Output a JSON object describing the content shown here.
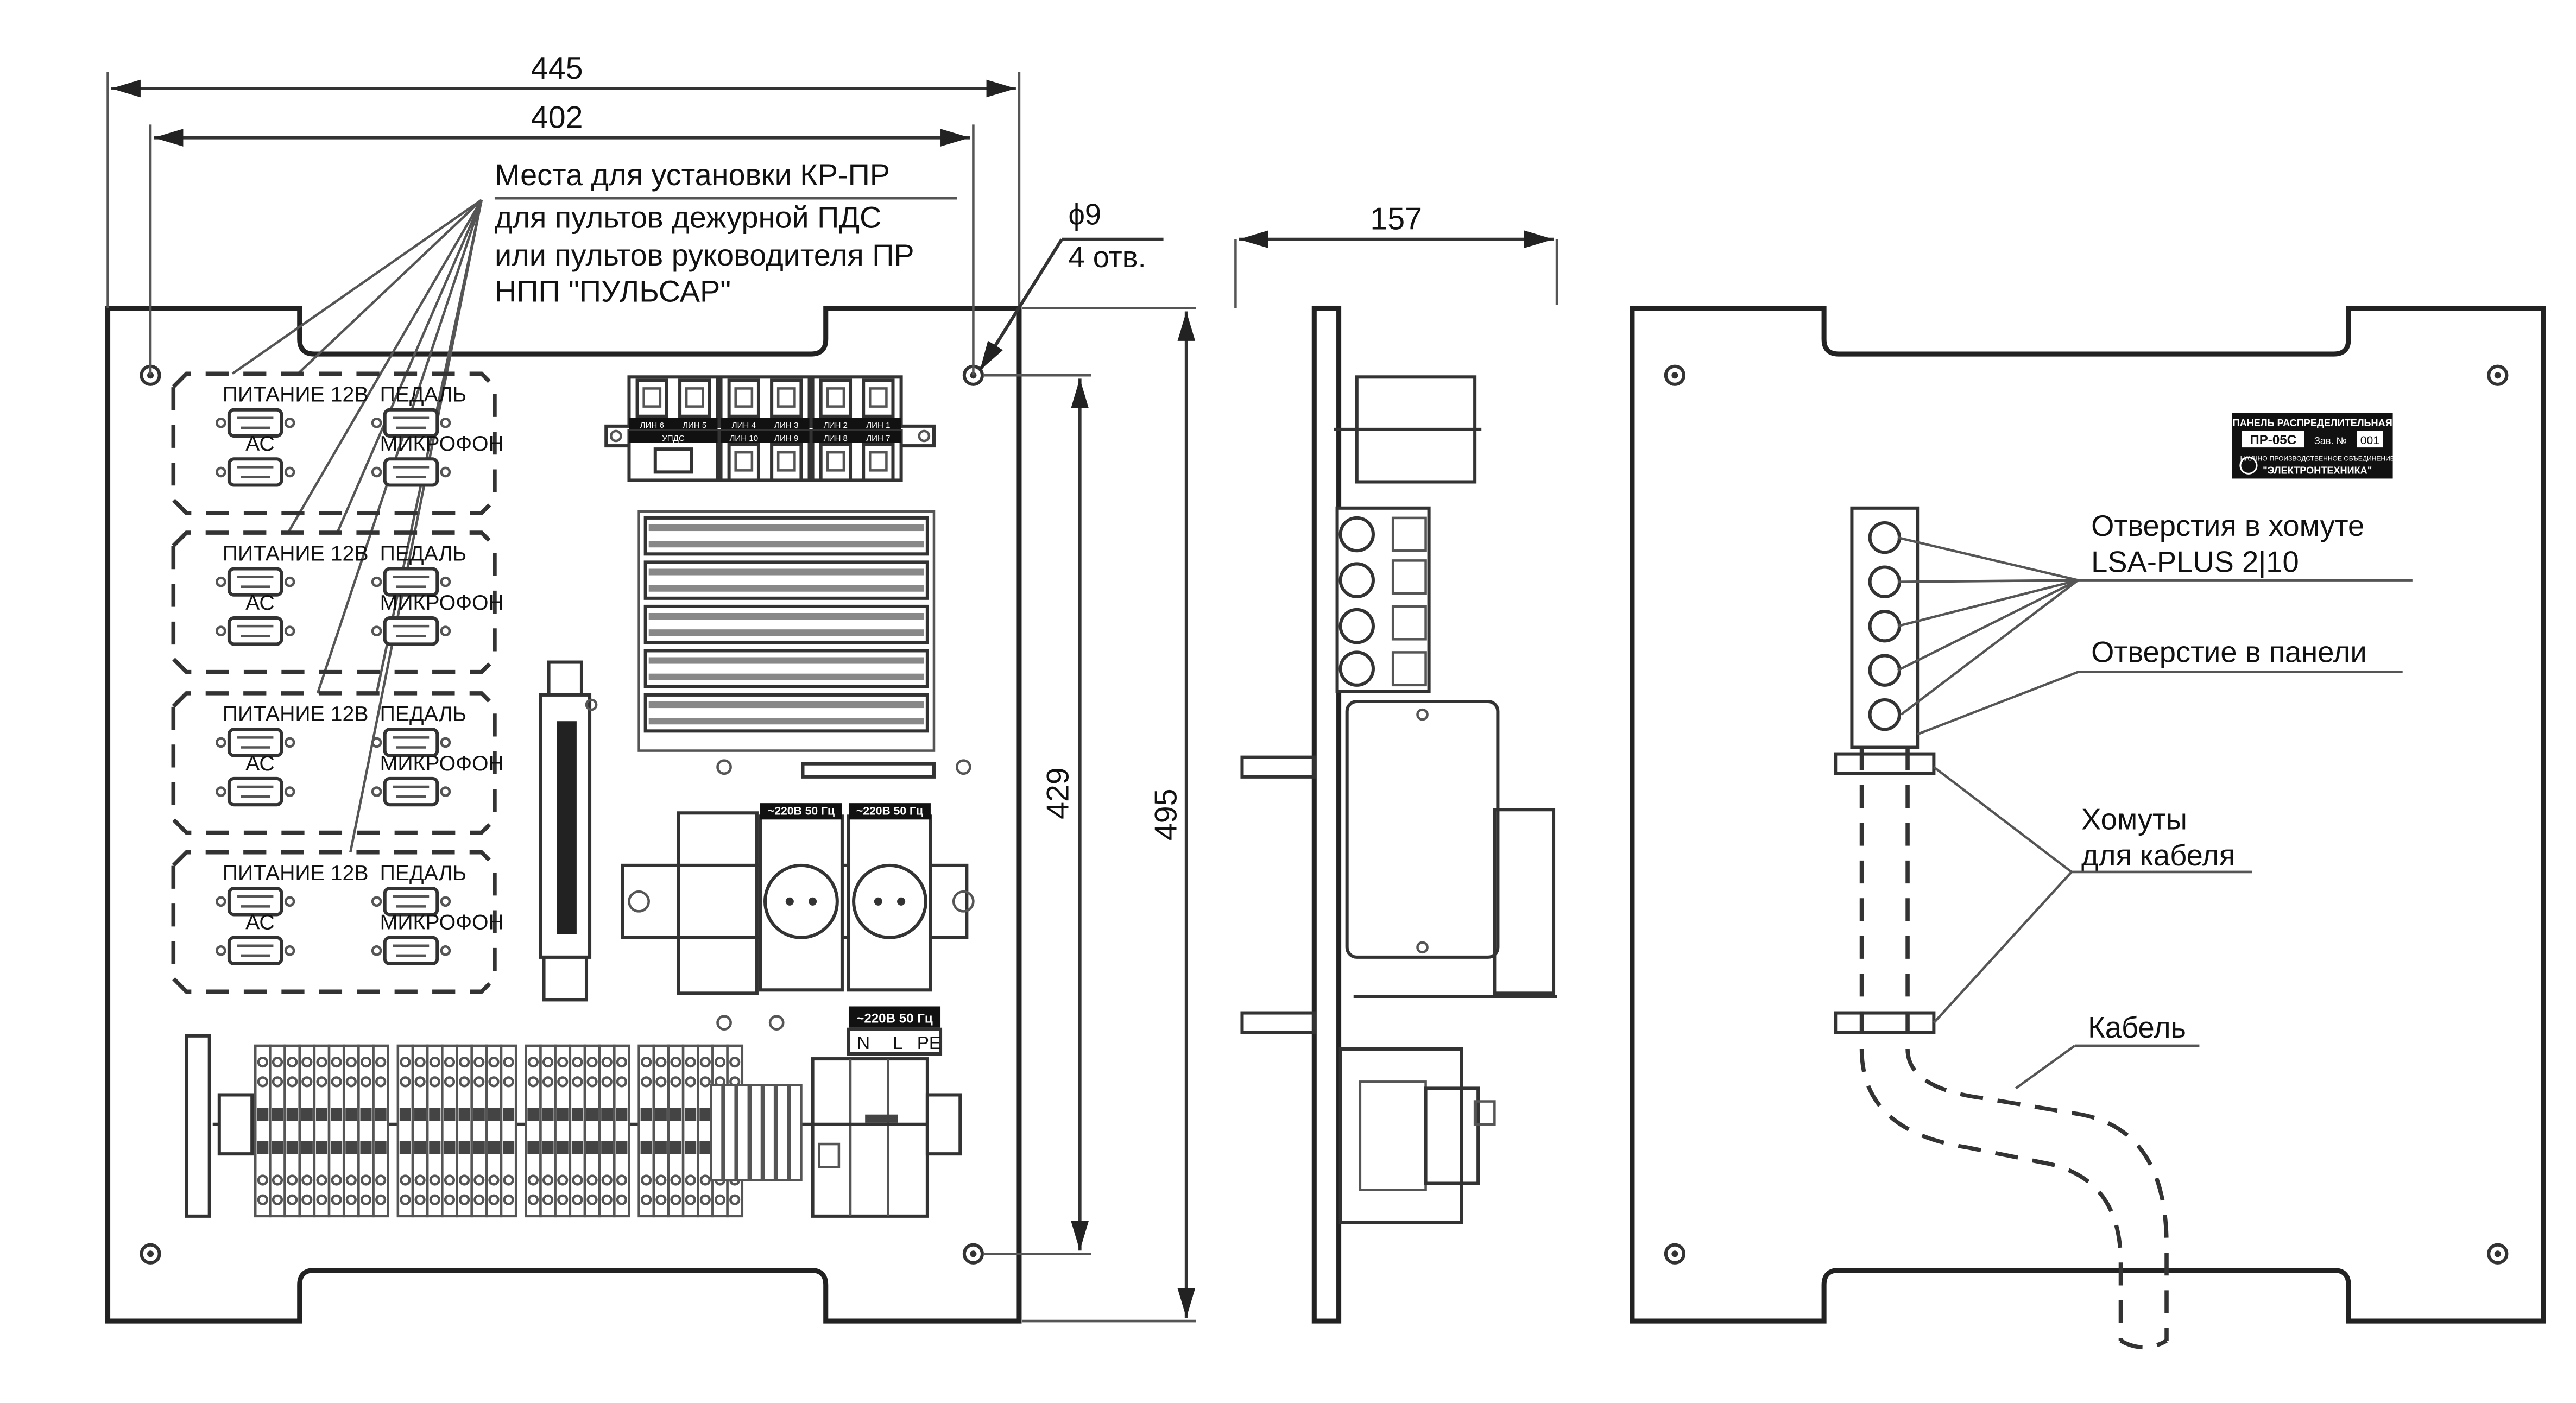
{
  "front_view": {
    "dims": {
      "width_outer": "445",
      "width_holes": "402",
      "height_holes": "429",
      "height_outer": "495",
      "hole_dia": "ϕ9",
      "hole_count": "4 отв."
    },
    "note_lines": [
      "Места для установки  КР-ПР",
      "для пультов дежурной ПДС",
      "или пультов руководителя ПР",
      "НПП \"ПУЛЬСАР\""
    ],
    "console_module_labels": {
      "power": "ПИТАНИЕ 12В",
      "pedal": "ПЕДАЛЬ",
      "as": "АС",
      "mic": "МИКРОФОН"
    },
    "line_sockets_top": [
      "ЛИН 6",
      "ЛИН 5",
      "ЛИН 4",
      "ЛИН 3",
      "ЛИН 2",
      "ЛИН 1"
    ],
    "line_sockets_bottom": [
      "УПДС",
      "ЛИН 10",
      "ЛИН 9",
      "ЛИН 8",
      "ЛИН 7"
    ],
    "socket_voltage_labels": [
      "~220В 50 Гц",
      "~220В 50 Гц"
    ],
    "mains_label": "~220В 50 Гц",
    "mains_terminals": [
      "N",
      "L",
      "PE"
    ]
  },
  "side_view": {
    "width": "157"
  },
  "rear_view": {
    "nameplate": {
      "title": "ПАНЕЛЬ РАСПРЕДЕЛИТЕЛЬНАЯ",
      "model": "ПР-05С",
      "serial_label": "Зав. №",
      "serial_value": "001",
      "maker_line": "НАУЧНО-ПРОИЗВОДСТВЕННОЕ ОБЪЕДИНЕНИЕ",
      "maker_name": "\"ЭЛЕКТРОНТЕХНИКА\""
    },
    "callouts": {
      "clamp_holes_1": "Отверстия в хомуте",
      "clamp_holes_2": "LSA-PLUS 2|10",
      "panel_hole": "Отверстие в панели",
      "clamps_1": "Хомуты",
      "clamps_2": "для кабеля",
      "cable": "Кабель"
    }
  }
}
